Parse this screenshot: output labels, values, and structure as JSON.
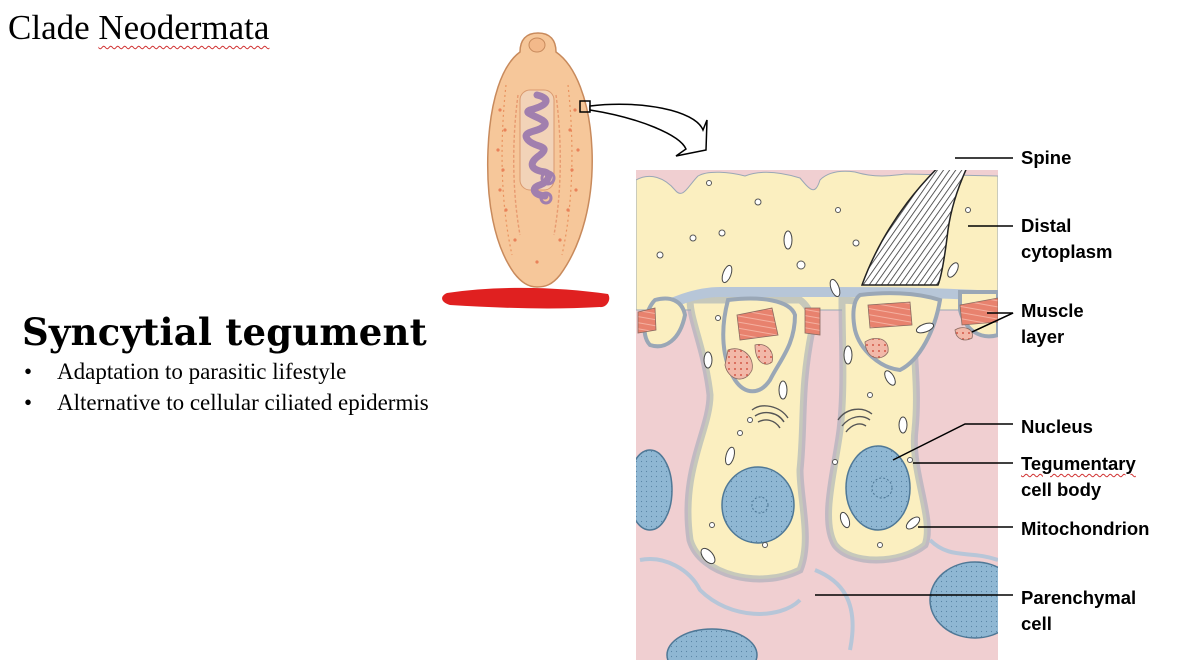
{
  "slide": {
    "title_prefix": "Clade ",
    "title_word": "Neodermata",
    "subheading": "Syncytial tegument",
    "bullets": [
      "Adaptation to parasitic lifestyle",
      "Alternative to cellular ciliated epidermis"
    ]
  },
  "figure": {
    "labels": {
      "spine": "Spine",
      "distal": "Distal\ncytoplasm",
      "muscle": "Muscle\nlayer",
      "nucleus": "Nucleus",
      "tegumentary_line1": "Tegumentary",
      "tegumentary_line2": "cell body",
      "mitochondrion": "Mitochondrion",
      "parenchymal": "Parenchymal\ncell"
    },
    "colors": {
      "cytoplasm": "#fbefc0",
      "membrane": "#b7c6d8",
      "parenchyma": "#f0cfd1",
      "muscle": "#e8826e",
      "nucleus": "#8fb7d3",
      "worm_body": "#f6c79a",
      "redaction": "#e02020"
    }
  }
}
